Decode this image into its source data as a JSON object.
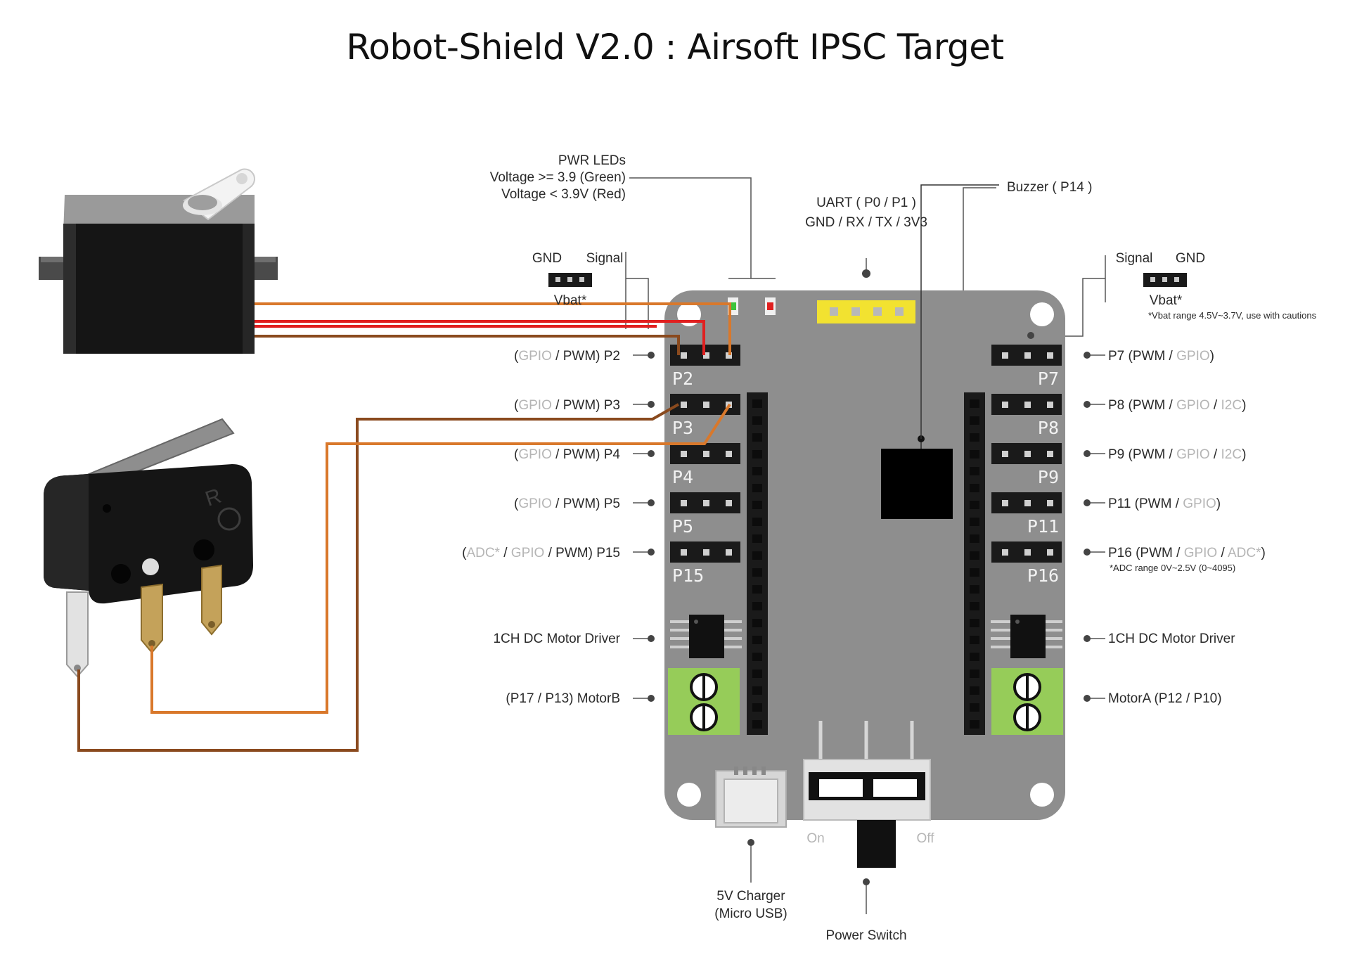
{
  "title": "Robot-Shield V2.0 : Airsoft IPSC Target",
  "labels": {
    "pwr_leds": [
      "PWR LEDs",
      "Voltage >= 3.9 (Green)",
      "Voltage < 3.9V (Red)"
    ],
    "uart": [
      "UART ( P0 / P1 )",
      "GND / RX / TX / 3V3"
    ],
    "buzzer": "Buzzer ( P14 )",
    "vbat_left": {
      "gnd": "GND",
      "signal": "Signal",
      "vbat": "Vbat*"
    },
    "vbat_right": {
      "signal": "Signal",
      "gnd": "GND",
      "vbat": "Vbat*",
      "note": "*Vbat range 4.5V~3.7V, use with cautions"
    },
    "left_pins": [
      {
        "pre": "(",
        "dim1": "GPIO",
        "post": " / PWM) P2"
      },
      {
        "pre": "(",
        "dim1": "GPIO",
        "post": " / PWM) P3"
      },
      {
        "pre": "(",
        "dim1": "GPIO",
        "post": " / PWM) P4"
      },
      {
        "pre": "(",
        "dim1": "GPIO",
        "post": " / PWM) P5"
      },
      {
        "pre": "(",
        "dim1": "ADC*",
        "mid": " / ",
        "dim2": "GPIO",
        "post": " / PWM) P15"
      }
    ],
    "right_pins": [
      {
        "pre": "P7 (PWM / ",
        "dim1": "GPIO",
        "post": ")"
      },
      {
        "pre": "P8 (PWM / ",
        "dim1": "GPIO",
        "mid": " / ",
        "dim2": "I2C",
        "post": ")"
      },
      {
        "pre": "P9 (PWM / ",
        "dim1": "GPIO",
        "mid": " / ",
        "dim2": "I2C",
        "post": ")"
      },
      {
        "pre": "P11 (PWM / ",
        "dim1": "GPIO",
        "post": ")"
      },
      {
        "pre": "P16 (PWM / ",
        "dim1": "GPIO",
        "mid": " / ",
        "dim2": "ADC*",
        "post": ")"
      }
    ],
    "adc_note": "*ADC range 0V~2.5V (0~4095)",
    "motor_driver_left": "1CH DC Motor Driver",
    "motor_b": "(P17 / P13) MotorB",
    "motor_driver_right": "1CH DC Motor Driver",
    "motor_a": "MotorA (P12 / P10)",
    "charger": [
      "5V Charger",
      "(Micro USB)"
    ],
    "power_switch": "Power Switch",
    "on": "On",
    "off": "Off"
  },
  "silkscreen": {
    "left": [
      "P2",
      "P3",
      "P4",
      "P5",
      "P15"
    ],
    "right": [
      "P7",
      "P8",
      "P9",
      "P11",
      "P16"
    ]
  },
  "colors": {
    "board": "#8e8e8e",
    "header": "#1a1a1a",
    "uart_header": "#f2e230",
    "terminal": "#96cc59",
    "wire_orange": "#d9782b",
    "wire_red": "#e02020",
    "wire_brown": "#8a4a1e",
    "led_green": "#3cc43c",
    "led_red": "#e02020"
  }
}
